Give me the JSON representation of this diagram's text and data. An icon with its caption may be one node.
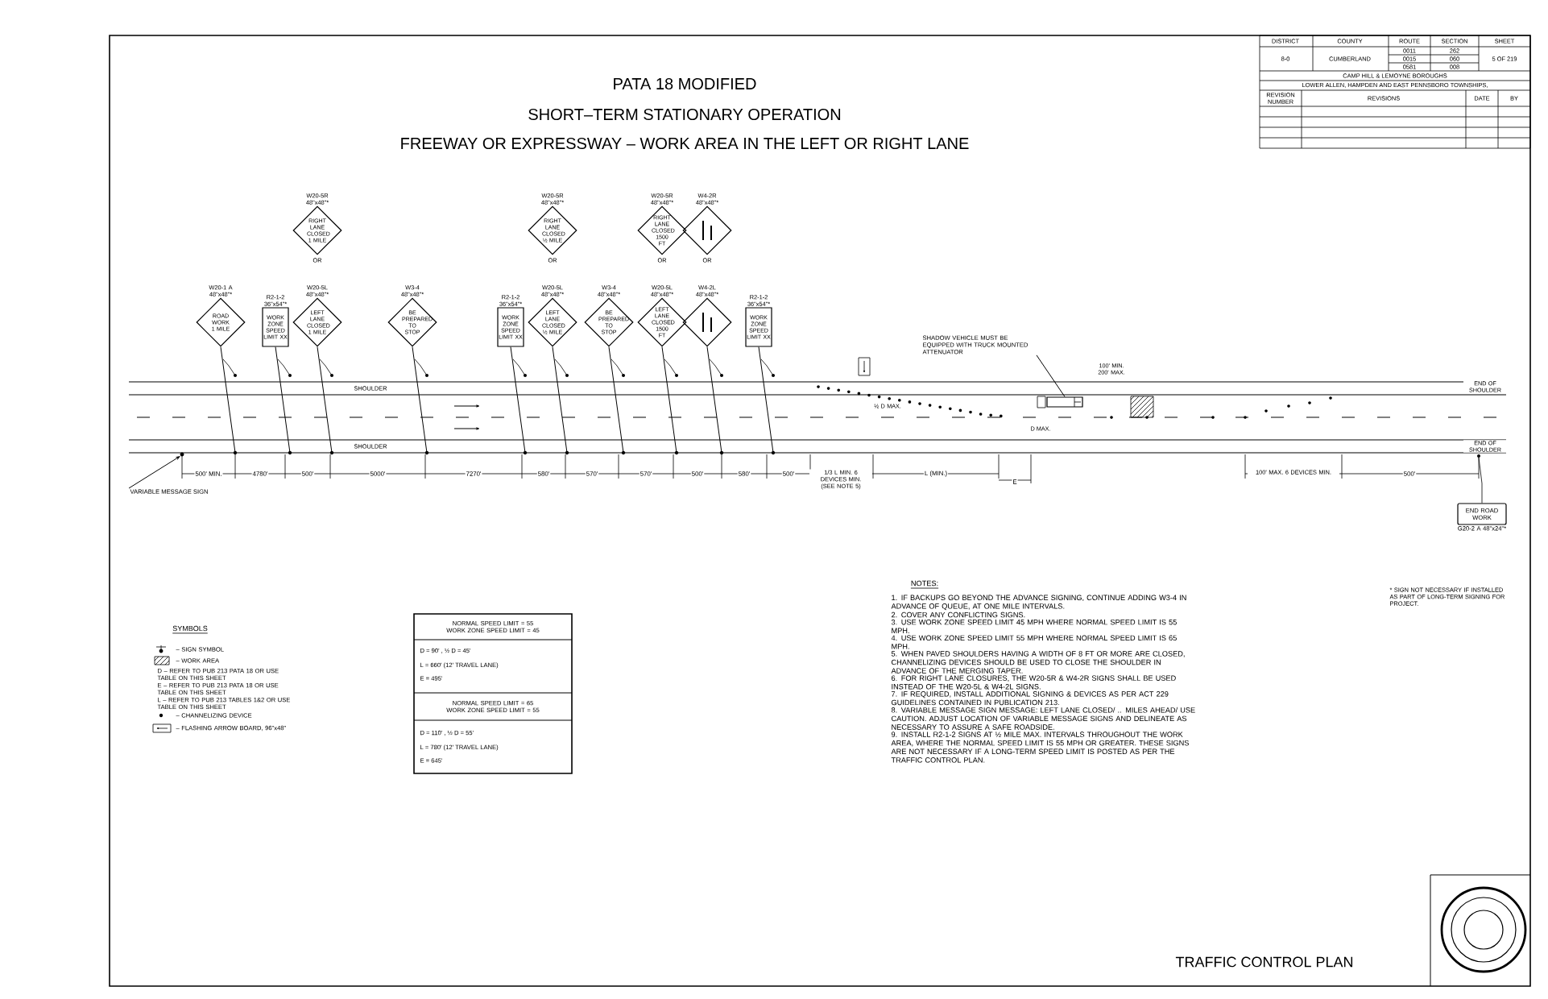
{
  "diagram": {
    "title": "PATA 18 MODIFIED",
    "nodes": [
      {
        "text": [
          "W20-1 A 48\"x48\"*",
          "ROAD WORK 1 MILE"
        ]
      },
      {
        "text": [
          "R2-1-2 36\"x54\"*",
          "WORK ZONE SPEED LIMIT XX"
        ]
      },
      {
        "text": [
          "W20-5R 48\"x48\"*",
          "RIGHT LANE CLOSED 1 MILE"
        ],
        "beside": [
          "OR"
        ]
      },
      {
        "text": [
          "W20-5L 48\"x48\"*",
          "LEFT LANE CLOSED 1 MILE"
        ]
      },
      {
        "text": [
          "W3-4 48\"x48\"*",
          "BE PREPARED TO STOP"
        ]
      },
      {
        "text": [
          "R2-1-2 36\"x54\"*",
          "WORK ZONE SPEED LIMIT XX"
        ]
      },
      {
        "text": [
          "W20-5R 48\"x48\"*",
          "RIGHT LANE CLOSED ½ MILE"
        ],
        "beside": [
          "OR"
        ]
      },
      {
        "text": [
          "W20-5L 48\"x48\"*",
          "LEFT LANE CLOSED ½ MILE"
        ]
      },
      {
        "text": [
          "W3-4 48\"x48\"*",
          "BE PREPARED TO STOP"
        ]
      },
      {
        "text": [
          "W20-5R 48\"x48\"*",
          "RIGHT LANE CLOSED 1500 FT"
        ],
        "beside": [
          "OR"
        ]
      },
      {
        "text": [
          "W20-5L 48\"x48\"*",
          "LEFT LANE CLOSED 1500 FT"
        ]
      },
      {
        "text": [
          "W4-2R 48\"x48\"*"
        ],
        "beside": [
          "OR"
        ]
      },
      {
        "text": [
          "W4-2L 48\"x48\"*"
        ]
      },
      {
        "text": [
          "R2-1-2 36\"x54\"*",
          "WORK ZONE SPEED LIMIT XX"
        ]
      },
      {
        "text": [
          "VARIABLE MESSAGE SIGN"
        ]
      },
      {
        "text": [
          "SHADOW VEHICLE MUST BE EQUIPPED WITH TRUCK MOUNTED ATTENUATOR"
        ]
      },
      {
        "text": [],
        "shape": "box"
      },
      {
        "text": [
          "END ROAD WORK",
          "G20-2 A 48\"x24\"*"
        ]
      },
      {
        "text": [],
        "shape": "circle"
      }
    ],
    "edges": [
      {
        "from": 14,
        "to": 18,
        "arrow": "to"
      },
      {
        "from": 15,
        "to": 16,
        "arrow": "none"
      }
    ],
    "labels": [
      "SHORT–TERM STATIONARY OPERATION",
      "FREEWAY OR EXPRESSWAY – WORK AREA IN THE LEFT OR RIGHT LANE",
      "DISTRICT",
      "COUNTY",
      "ROUTE",
      "SECTION",
      "SHEET",
      "8-0",
      "CUMBERLAND",
      "0011",
      "0015",
      "0581",
      "262",
      "060",
      "008",
      "5 OF 219",
      "CAMP HILL & LEMOYNE BOROUGHS",
      "LOWER ALLEN, HAMPDEN AND EAST PENNSBORO TOWNSHIPS,",
      "REVISION NUMBER",
      "REVISIONS",
      "DATE",
      "BY",
      "SHOULDER",
      "SHOULDER",
      "500' MIN.",
      "4780'",
      "500'",
      "5000'",
      "7270'",
      "580'",
      "570'",
      "570'",
      "500'",
      "580'",
      "500'",
      "1/3 L MIN. 6 DEVICES MIN. (SEE NOTE 5)",
      "L (MIN.)",
      "E",
      "100' MAX. 6 DEVICES MIN.",
      "500'",
      "½ D MAX.",
      "D MAX.",
      "100' MIN. 200' MAX.",
      "END OF SHOULDER",
      "END OF SHOULDER",
      "SYMBOLS",
      "NORMAL SPEED LIMIT = 55 WORK ZONE SPEED LIMIT = 45",
      "D = 90' , ½ D = 45'",
      "L = 660' (12' TRAVEL LANE)",
      "E = 495'",
      "NORMAL SPEED LIMIT = 65 WORK ZONE SPEED LIMIT = 55",
      "D = 110' , ½ D = 55'",
      "L = 780' (12' TRAVEL LANE)",
      "E = 645'",
      "NOTES:",
      "1. IF BACKUPS GO BEYOND THE ADVANCE SIGNING, CONTINUE ADDING W3-4 IN ADVANCE OF QUEUE, AT ONE MILE INTERVALS.",
      "2. COVER ANY CONFLICTING SIGNS.",
      "3. USE WORK ZONE SPEED LIMIT 45 MPH WHERE NORMAL SPEED LIMIT IS 55 MPH.",
      "4. USE WORK ZONE SPEED LIMIT 55 MPH WHERE NORMAL SPEED LIMIT IS 65 MPH.",
      "5. WHEN PAVED SHOULDERS HAVING A WIDTH OF 8 FT OR MORE ARE CLOSED, CHANNELIZING DEVICES SHOULD BE USED TO CLOSE THE SHOULDER IN ADVANCE OF THE MERGING TAPER.",
      "6. FOR RIGHT LANE CLOSURES, THE W20-5R & W4-2R SIGNS SHALL BE USED INSTEAD OF THE W20-5L & W4-2L SIGNS.",
      "7. IF REQUIRED, INSTALL ADDITIONAL SIGNING & DEVICES AS PER ACT 229 GUIDELINES CONTAINED IN PUBLICATION 213.",
      "8. VARIABLE MESSAGE SIGN MESSAGE: LEFT LANE CLOSED/ .. MILES AHEAD/ USE CAUTION. ADJUST LOCATION OF VARIABLE MESSAGE SIGNS AND DELINEATE AS NECESSARY TO ASSURE A SAFE ROADSIDE.",
      "9. INSTALL R2-1-2 SIGNS AT ½ MILE MAX. INTERVALS THROUGHOUT THE WORK AREA, WHERE THE NORMAL SPEED LIMIT IS 55 MPH OR GREATER. THESE SIGNS ARE NOT NECESSARY IF A LONG-TERM SPEED LIMIT IS POSTED AS PER THE TRAFFIC CONTROL PLAN.",
      "* SIGN NOT NECESSARY IF INSTALLED AS PART OF LONG-TERM SIGNING FOR PROJECT.",
      "TRAFFIC CONTROL PLAN"
    ],
    "legend": [
      {
        "text": "– SIGN SYMBOL"
      },
      {
        "text": "– WORK AREA"
      },
      {
        "text": "D – REFER TO PUB 213 PATA 18 OR USE TABLE ON THIS SHEET"
      },
      {
        "text": "E – REFER TO PUB 213 PATA 18 OR USE TABLE ON THIS SHEET"
      },
      {
        "text": "L – REFER TO PUB 213 TABLES 1&2 OR USE TABLE ON THIS SHEET"
      },
      {
        "text": "– CHANNELIZING DEVICE"
      },
      {
        "text": "– FLASHING ARROW BOARD, 96\"x48\""
      }
    ]
  }
}
